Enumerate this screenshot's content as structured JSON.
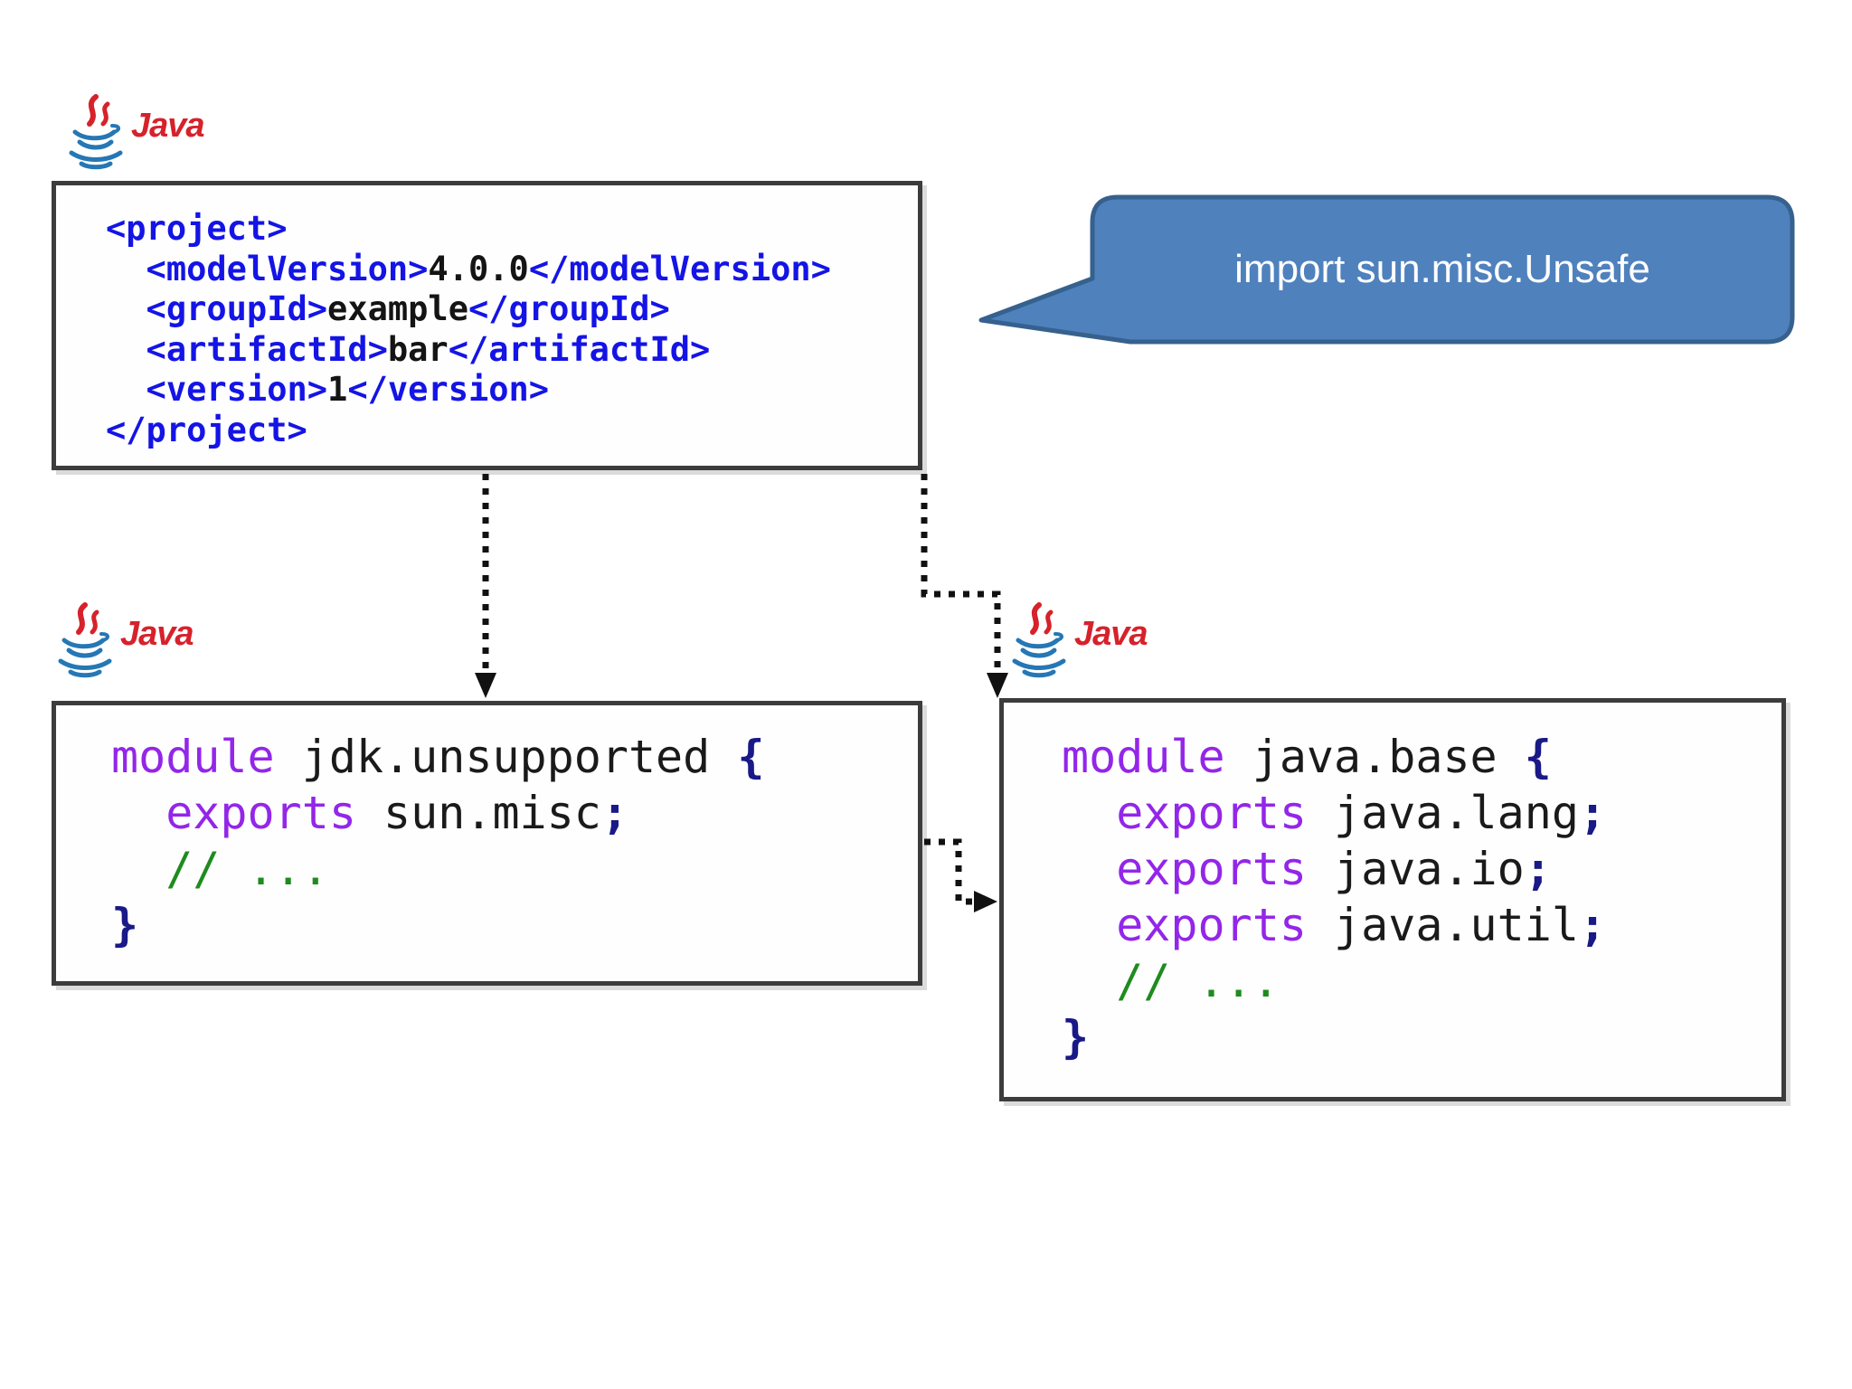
{
  "colors": {
    "background": "#ffffff",
    "box_fill": "#fefefe",
    "box_border": "#3c3c3c",
    "xml_tag": "#1414e6",
    "xml_value": "#141414",
    "keyword": "#9326e9",
    "code_plain": "#1a1a1a",
    "comment": "#1e8b1e",
    "punct": "#191987",
    "connector": "#111111",
    "callout_fill": "#4f81bd",
    "callout_border": "#36618e",
    "callout_text": "#ffffff",
    "java_red": "#d6222b",
    "java_blue": "#2577b5"
  },
  "logo": {
    "label": "Java"
  },
  "callout": {
    "text": "import sun.misc.Unsafe"
  },
  "pom_box": {
    "code": [
      [
        {
          "c": "tag",
          "t": "<project>"
        }
      ],
      [
        {
          "c": "tag",
          "t": "  <modelVersion>"
        },
        {
          "c": "val",
          "t": "4.0.0"
        },
        {
          "c": "tag",
          "t": "</modelVersion>"
        }
      ],
      [
        {
          "c": "tag",
          "t": "  <groupId>"
        },
        {
          "c": "val",
          "t": "example"
        },
        {
          "c": "tag",
          "t": "</groupId>"
        }
      ],
      [
        {
          "c": "tag",
          "t": "  <artifactId>"
        },
        {
          "c": "val",
          "t": "bar"
        },
        {
          "c": "tag",
          "t": "</artifactId>"
        }
      ],
      [
        {
          "c": "tag",
          "t": "  <version>"
        },
        {
          "c": "val",
          "t": "1"
        },
        {
          "c": "tag",
          "t": "</version>"
        }
      ],
      [
        {
          "c": "tag",
          "t": "</project>"
        }
      ]
    ]
  },
  "jdk_unsupported_box": {
    "code": [
      [
        {
          "c": "kw",
          "t": "module"
        },
        {
          "c": "plain",
          "t": " jdk.unsupported "
        },
        {
          "c": "punc",
          "t": "{"
        }
      ],
      [
        {
          "c": "kw",
          "t": "  exports"
        },
        {
          "c": "plain",
          "t": " sun.misc"
        },
        {
          "c": "punc",
          "t": ";"
        }
      ],
      [
        {
          "c": "cmt",
          "t": "  // ..."
        }
      ],
      [
        {
          "c": "punc",
          "t": "}"
        }
      ]
    ]
  },
  "java_base_box": {
    "code": [
      [
        {
          "c": "kw",
          "t": "module"
        },
        {
          "c": "plain",
          "t": " java.base "
        },
        {
          "c": "punc",
          "t": "{"
        }
      ],
      [
        {
          "c": "kw",
          "t": "  exports"
        },
        {
          "c": "plain",
          "t": " java.lang"
        },
        {
          "c": "punc",
          "t": ";"
        }
      ],
      [
        {
          "c": "kw",
          "t": "  exports"
        },
        {
          "c": "plain",
          "t": " java.io"
        },
        {
          "c": "punc",
          "t": ";"
        }
      ],
      [
        {
          "c": "kw",
          "t": "  exports"
        },
        {
          "c": "plain",
          "t": " java.util"
        },
        {
          "c": "punc",
          "t": ";"
        }
      ],
      [
        {
          "c": "cmt",
          "t": "  // ..."
        }
      ],
      [
        {
          "c": "punc",
          "t": "}"
        }
      ]
    ]
  }
}
